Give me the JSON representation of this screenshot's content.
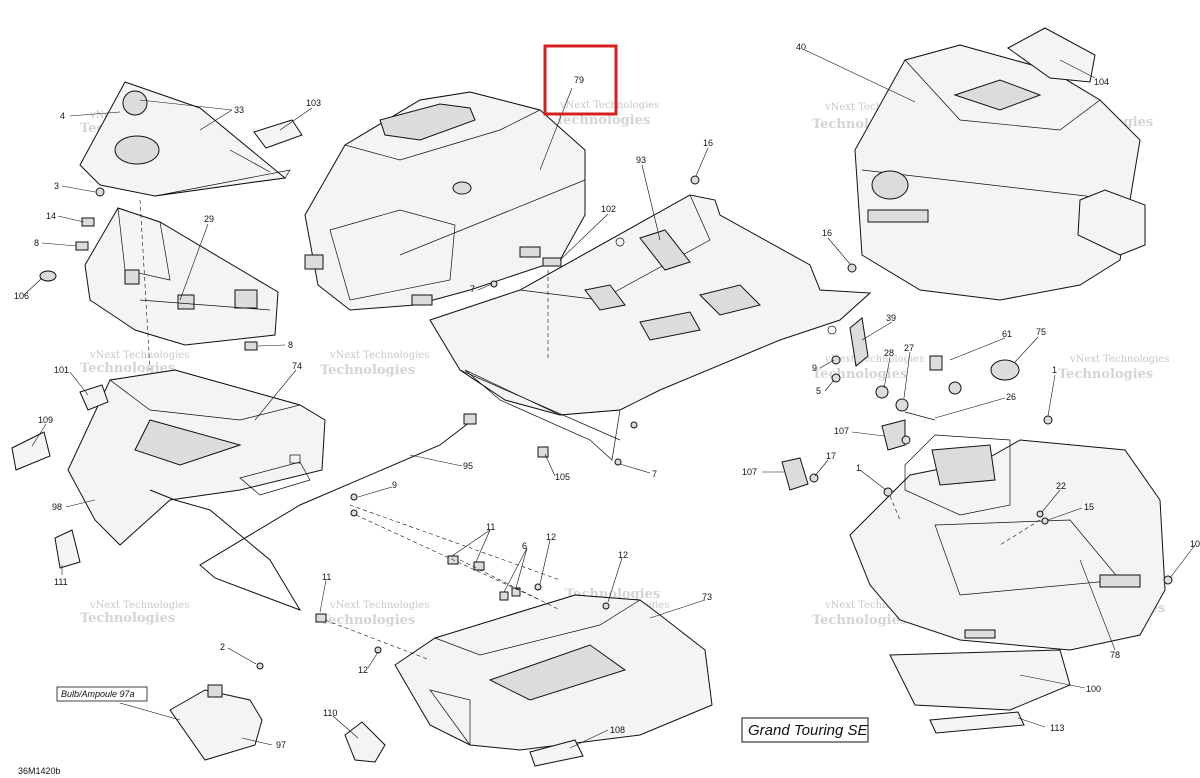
{
  "diagram": {
    "model_name": "Grand Touring SE",
    "drawing_code": "36M1420b",
    "bulb_note": "Bulb/Ampoule 97a",
    "highlight_color": "#d62020",
    "highlighted_part": "79",
    "watermark_line1": "vNext Technologies",
    "watermark_line2": "Technologies",
    "callouts": [
      {
        "id": "c4",
        "text": "4"
      },
      {
        "id": "c33",
        "text": "33"
      },
      {
        "id": "c103",
        "text": "103"
      },
      {
        "id": "c79",
        "text": "79"
      },
      {
        "id": "c40",
        "text": "40"
      },
      {
        "id": "c104",
        "text": "104"
      },
      {
        "id": "c3",
        "text": "3"
      },
      {
        "id": "c14",
        "text": "14"
      },
      {
        "id": "c29",
        "text": "29"
      },
      {
        "id": "c8a",
        "text": "8"
      },
      {
        "id": "c106",
        "text": "106"
      },
      {
        "id": "c8b",
        "text": "8"
      },
      {
        "id": "c16a",
        "text": "16"
      },
      {
        "id": "c93",
        "text": "93"
      },
      {
        "id": "c102",
        "text": "102"
      },
      {
        "id": "c7a",
        "text": "7"
      },
      {
        "id": "c16b",
        "text": "16"
      },
      {
        "id": "c39",
        "text": "39"
      },
      {
        "id": "c61",
        "text": "61"
      },
      {
        "id": "c75",
        "text": "75"
      },
      {
        "id": "c28",
        "text": "28"
      },
      {
        "id": "c27",
        "text": "27"
      },
      {
        "id": "c9a",
        "text": "9"
      },
      {
        "id": "c5",
        "text": "5"
      },
      {
        "id": "c26",
        "text": "26"
      },
      {
        "id": "c1a",
        "text": "1"
      },
      {
        "id": "c101",
        "text": "101"
      },
      {
        "id": "c74",
        "text": "74"
      },
      {
        "id": "c109",
        "text": "109"
      },
      {
        "id": "c107a",
        "text": "107"
      },
      {
        "id": "c107b",
        "text": "107"
      },
      {
        "id": "c17",
        "text": "17"
      },
      {
        "id": "c95",
        "text": "95"
      },
      {
        "id": "c105",
        "text": "105"
      },
      {
        "id": "c7b",
        "text": "7"
      },
      {
        "id": "c1b",
        "text": "1"
      },
      {
        "id": "c22",
        "text": "22"
      },
      {
        "id": "c15",
        "text": "15"
      },
      {
        "id": "c98",
        "text": "98"
      },
      {
        "id": "c9b",
        "text": "9"
      },
      {
        "id": "c11a",
        "text": "11"
      },
      {
        "id": "c6",
        "text": "6"
      },
      {
        "id": "c12a",
        "text": "12"
      },
      {
        "id": "c12b",
        "text": "12"
      },
      {
        "id": "c111",
        "text": "111"
      },
      {
        "id": "c11b",
        "text": "11"
      },
      {
        "id": "c73",
        "text": "73"
      },
      {
        "id": "c78",
        "text": "78"
      },
      {
        "id": "c10",
        "text": "10"
      },
      {
        "id": "c2",
        "text": "2"
      },
      {
        "id": "c12c",
        "text": "12"
      },
      {
        "id": "c100",
        "text": "100"
      },
      {
        "id": "c110",
        "text": "110"
      },
      {
        "id": "c108",
        "text": "108"
      },
      {
        "id": "c97",
        "text": "97"
      },
      {
        "id": "c113",
        "text": "113"
      }
    ]
  }
}
